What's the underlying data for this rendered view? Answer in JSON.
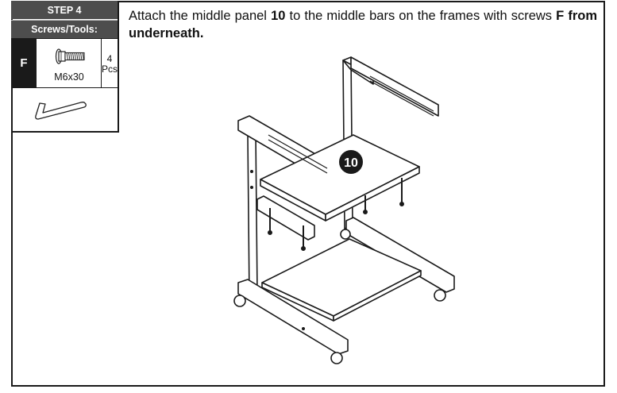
{
  "sidebar": {
    "step_label": "STEP 4",
    "tools_label": "Screws/Tools:",
    "part": {
      "letter": "F",
      "size": "M6x30",
      "quantity": "4",
      "unit": "Pcs"
    },
    "tool_icon": "allen-key-icon"
  },
  "instruction": {
    "part1": "Attach the middle panel ",
    "panel_number": "10",
    "part2": " to the middle bars on the frames with screws ",
    "screw_letter": "F",
    "part3": " from underneath."
  },
  "diagram": {
    "callout": "10"
  }
}
